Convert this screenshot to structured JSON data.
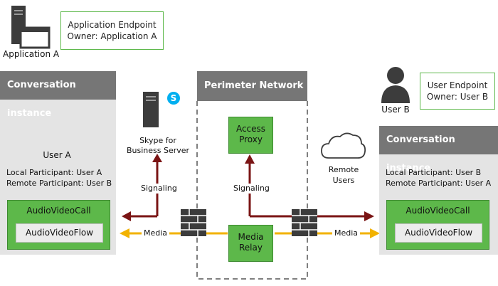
{
  "app": {
    "name": "Application A",
    "endpoint_line1": "Application Endpoint",
    "endpoint_line2": "Owner: Application A"
  },
  "left": {
    "header": "Conversation instance",
    "user": "User A",
    "local": "Local Participant: User A",
    "remote": "Remote Participant: User B",
    "call": "AudioVideoCall",
    "flow": "AudioVideoFlow"
  },
  "right": {
    "header": "Conversation instance",
    "user_label": "User B",
    "endpoint_line1": "User Endpoint",
    "endpoint_line2": "Owner: User B",
    "local": "Local Participant: User B",
    "remote": "Remote Participant: User A",
    "call": "AudioVideoCall",
    "flow": "AudioVideoFlow"
  },
  "server": {
    "line1": "Skype for",
    "line2": "Business Server",
    "skype_icon_letter": "S"
  },
  "perimeter": {
    "header": "Perimeter Network",
    "access_line1": "Access",
    "access_line2": "Proxy",
    "relay_line1": "Media",
    "relay_line2": "Relay"
  },
  "remote_users": {
    "line1": "Remote",
    "line2": "Users"
  },
  "labels": {
    "signaling_left": "Signaling",
    "signaling_mid": "Signaling",
    "media_left": "Media",
    "media_right": "Media"
  },
  "icons": [
    "server-icon",
    "window-icon",
    "user-icon",
    "skype-icon",
    "cloud-icon",
    "firewall-icon"
  ],
  "colors": {
    "signal_arrow": "#7a1414",
    "media_arrow": "#f2b200",
    "green_box": "#5db84a",
    "panel_header": "#767676",
    "panel_body": "#e4e4e4"
  }
}
